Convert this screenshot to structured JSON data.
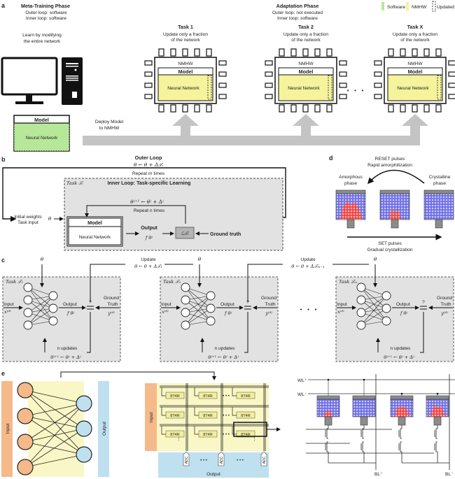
{
  "panel_a": {
    "label": "a",
    "meta_training": {
      "title": "Meta-Training Phase",
      "outer": "Outer loop: software",
      "inner": "Inner loop: software",
      "desc1": "Learn by modifying",
      "desc2": "the entire network"
    },
    "adaptation": {
      "title": "Adaptation Phase",
      "outer": "Outer loop: not executed",
      "inner": "Inner loop: software"
    },
    "legend": [
      {
        "label": "Software",
        "color": "#b7e89a"
      },
      {
        "label": "NMHW",
        "color": "#f3f39a"
      },
      {
        "label": "Updated",
        "style": "dashed"
      }
    ],
    "tasks": [
      {
        "title": "Task 1",
        "desc1": "Update only a fraction",
        "desc2": "of the network"
      },
      {
        "title": "Task 2",
        "desc1": "Update only a fraction",
        "desc2": "of the network"
      },
      {
        "title": "Task X",
        "desc1": "Update only a fraction",
        "desc2": "of the network"
      }
    ],
    "chip_label": "NMHW",
    "model_label": "Model",
    "nn_label": "Neural Network",
    "deploy1": "Deploy Model",
    "deploy2": "to NMHW",
    "ellipsis": "• • •",
    "colors": {
      "software": "#b7e89a",
      "nmhw": "#f5f39c",
      "arrow": "#c4c4c4"
    }
  },
  "panel_b": {
    "label": "b",
    "outer_title": "Outer Loop",
    "outer_eq": "θ ← θ + Δ𝒯ᵢ",
    "repeat_m": "Repeat m times",
    "task": "Task 𝒯ᵢ",
    "inner_title": "Inner Loop: Task-specific Learning",
    "inner_eq": "θʲ⁺¹ ← θʲ + Δʲ",
    "repeat_n": "Repeat n times",
    "init1": "Initial weights",
    "init2": "Task input",
    "theta": "θ",
    "model": "Model",
    "nn": "Neural Network",
    "output": "Output",
    "f_theta": "f θʲ",
    "loss": "ℒ𝒯ᵢ",
    "ground_truth": "Ground truth"
  },
  "panel_c": {
    "label": "c",
    "theta": "θ",
    "update_label": "Update",
    "updates": [
      "θ ← θ + Δ𝒯₁",
      "θ ← θ + Δ𝒯ₘ₋₁"
    ],
    "tasks": [
      {
        "name": "Task 𝒯₁"
      },
      {
        "name": "Task 𝒯₂"
      },
      {
        "name": "Task 𝒯ₘ"
      }
    ],
    "input": "Input",
    "x": "x⁽ᵈ⁾",
    "output": "Output",
    "f": "f θʲ",
    "q": "?",
    "gt1": "Ground",
    "gt2": "Truth",
    "y": "y⁽ᵈ⁾",
    "n_updates": "n updates",
    "eq": "θʲ⁺¹ ← θʲ + Δʲ",
    "ellipsis": "• • •"
  },
  "panel_d": {
    "label": "d",
    "reset1": "RESET pulses",
    "reset2": "Rapid amorphitization",
    "amorph1": "Amorphous",
    "amorph2": "phase",
    "cryst1": "Crystalline",
    "cryst2": "phase",
    "set1": "SET pulses",
    "set2": "Gradual crystallization",
    "colors": {
      "crystal": "#7b7bea",
      "amorph": "#ef4b4b",
      "cap": "#8c8c8c"
    }
  },
  "panel_e": {
    "label": "e",
    "input": "Input",
    "output": "Output",
    "cell": "8T4R",
    "adc": "ADC",
    "wl_plus": "WL⁺",
    "wl_minus": "WL⁻",
    "bl_plus": "BL⁺",
    "bl_minus": "BL⁻",
    "colors": {
      "input": "#f6b98a",
      "output": "#bfe0ef",
      "hidden": "#faf7c6",
      "cell": "#f2ef9a"
    }
  }
}
